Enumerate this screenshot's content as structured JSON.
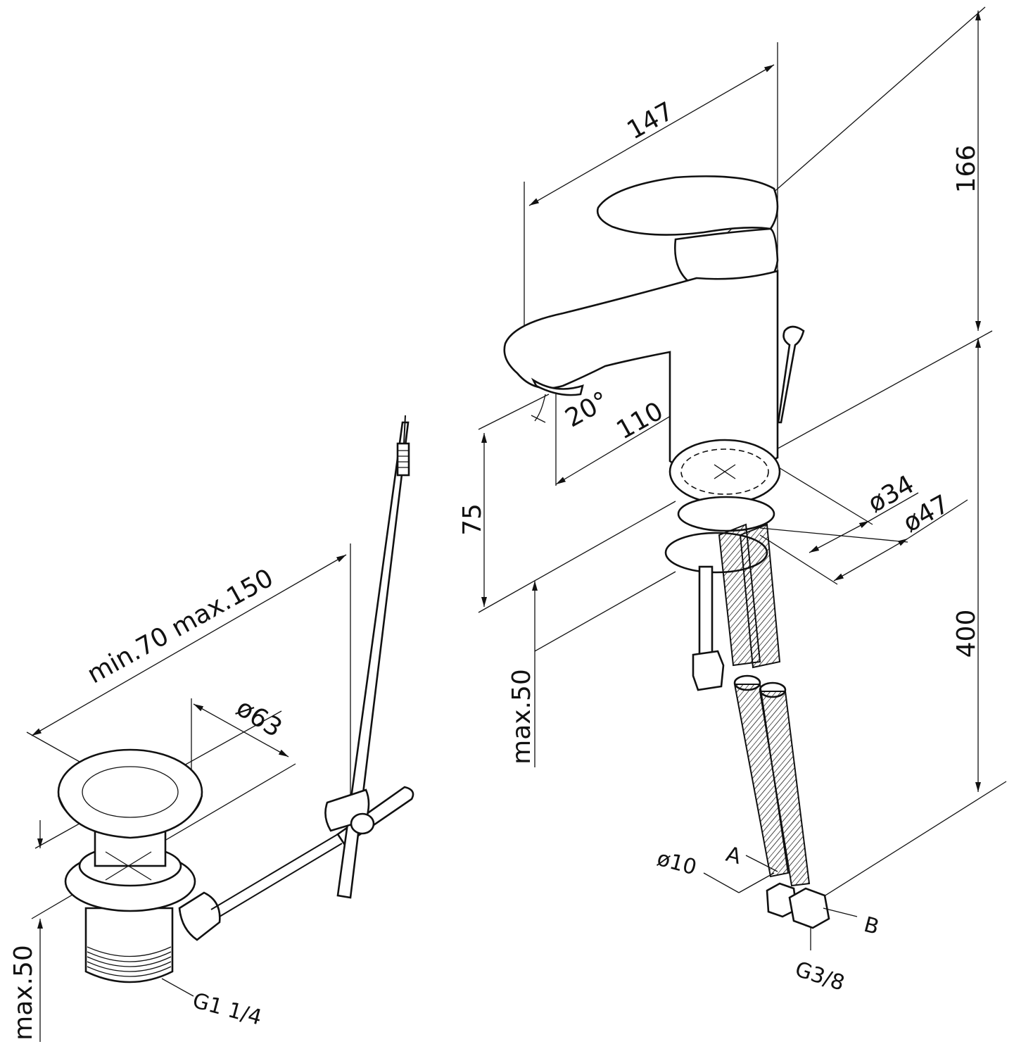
{
  "faucet": {
    "width_label": "147",
    "height_label": "166",
    "angle_label": "20°",
    "reach_label": "110",
    "base_inner_label": "ø34",
    "base_outer_label": "ø47",
    "spout_height_label": "75",
    "hose_length_label": "400",
    "counter_max_label": "max.50",
    "hose_diameter_label": "ø10",
    "hose_a_label": "A",
    "hose_b_label": "B",
    "thread_label": "G3/8"
  },
  "drain": {
    "rod_range_label": "min.70 max.150",
    "cap_diameter_label": "ø63",
    "counter_max_label": "max.50",
    "thread_label": "G1 1/4"
  }
}
